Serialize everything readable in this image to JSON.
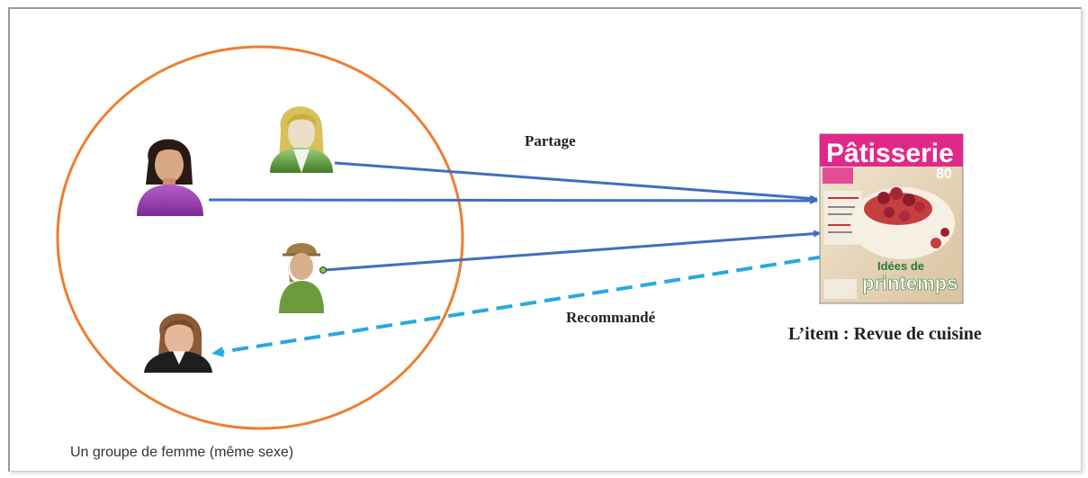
{
  "labels": {
    "partage": "Partage",
    "recommande": "Recommandé",
    "item": "L’item : Revue de cuisine",
    "group": "Un groupe de femme (même sexe)"
  },
  "magazine": {
    "title": "Pâtisserie",
    "cover_line": "printemps",
    "issue": "80"
  },
  "colors": {
    "circle": "#ee7d31",
    "solid_arrow": "#3f6fbf",
    "dashed_arrow": "#2aa8e0",
    "user_purple": "#9b3fb3",
    "user_green_blonde": "#5f9b3a",
    "user_green_olive": "#6c9a3c",
    "user_black": "#1e1e1e"
  },
  "icons": [
    "woman-purple-icon",
    "woman-blonde-green-icon",
    "woman-green-hat-icon",
    "woman-black-suit-icon",
    "magazine-cover-icon"
  ]
}
